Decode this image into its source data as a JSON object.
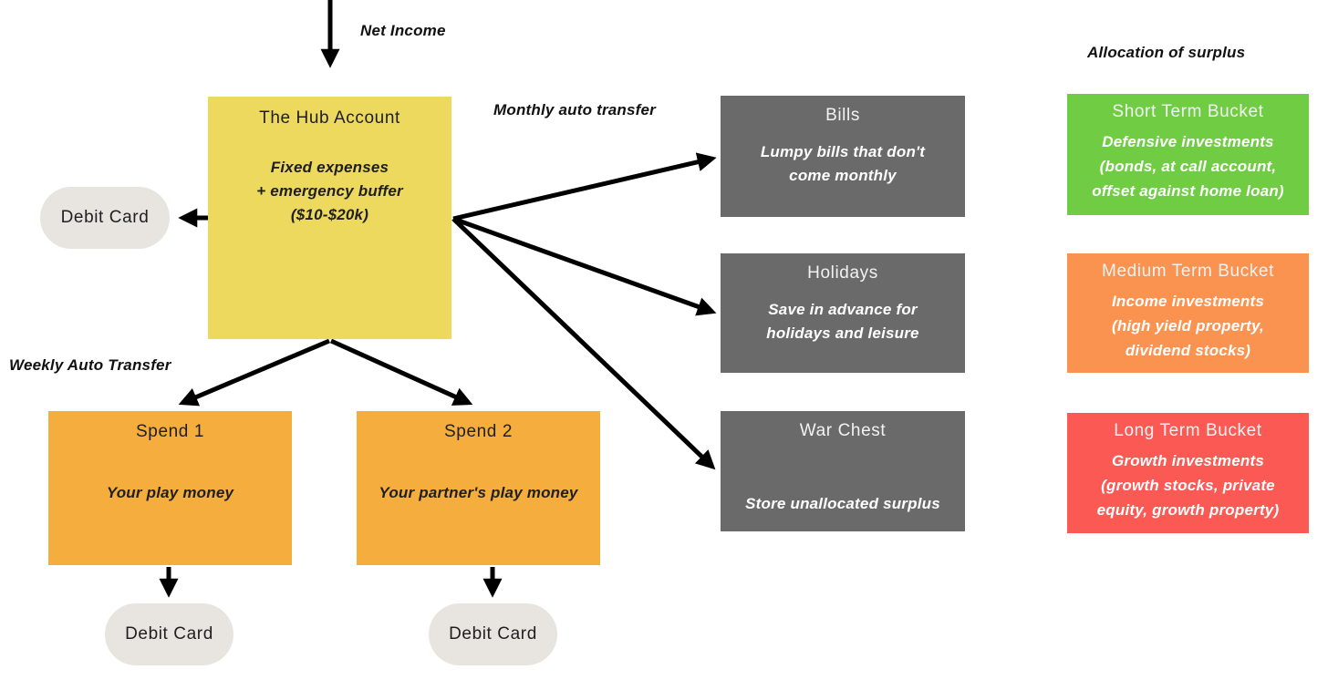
{
  "flow_labels": {
    "net_income": "Net Income",
    "monthly_auto_transfer": "Monthly auto transfer",
    "weekly_auto_transfer": "Weekly Auto Transfer"
  },
  "hub_account": {
    "title": "The Hub Account",
    "body": "Fixed expenses\n+ emergency buffer\n($10-$20k)",
    "color": "#ecd95e"
  },
  "debit_card": {
    "label": "Debit Card",
    "color": "#e8e5e0"
  },
  "spend_accounts": [
    {
      "title": "Spend 1",
      "body": "Your play money",
      "color": "#f5ae3d"
    },
    {
      "title": "Spend 2",
      "body": "Your partner's play money",
      "color": "#f5ae3d"
    }
  ],
  "transfer_targets": [
    {
      "title": "Bills",
      "body": "Lumpy bills that don't\ncome monthly",
      "color": "#6a6a6a"
    },
    {
      "title": "Holidays",
      "body": "Save in advance for\nholidays and leisure",
      "color": "#6a6a6a"
    },
    {
      "title": "War Chest",
      "body": "Store unallocated surplus",
      "color": "#6a6a6a"
    }
  ],
  "surplus_allocation": {
    "heading": "Allocation of surplus",
    "buckets": [
      {
        "title": "Short Term Bucket",
        "body": "Defensive investments\n(bonds, at call account,\noffset against home loan)",
        "color": "#70cd43"
      },
      {
        "title": "Medium Term Bucket",
        "body": "Income investments\n(high yield property,\ndividend stocks)",
        "color": "#fb9350"
      },
      {
        "title": "Long Term Bucket",
        "body": "Growth investments\n(growth stocks, private\nequity, growth property)",
        "color": "#fa5954"
      }
    ]
  }
}
